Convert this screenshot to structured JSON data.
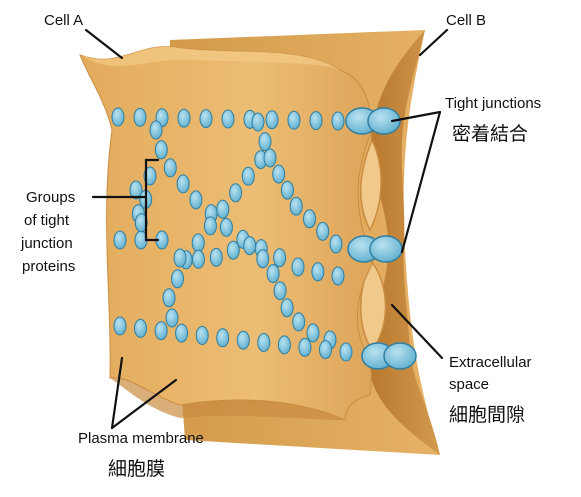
{
  "labels": {
    "cell_a": "Cell A",
    "cell_b": "Cell B",
    "tight_junctions": "Tight junctions",
    "tight_junctions_jp": "密着結合",
    "groups_line1": "Groups",
    "groups_line2": "of tight",
    "groups_line3": "junction",
    "groups_line4": "proteins",
    "extracellular_line1": "Extracellular",
    "extracellular_line2": "space",
    "extracellular_jp": "細胞間隙",
    "plasma_membrane": "Plasma membrane",
    "plasma_membrane_jp": "細胞膜"
  },
  "colors": {
    "membrane_front": "#e8b56a",
    "membrane_back": "#d9a24f",
    "membrane_edge": "#c0843a",
    "protein_fill": "#7ec4de",
    "protein_stroke": "#2f7fa2",
    "text": "#111111"
  }
}
